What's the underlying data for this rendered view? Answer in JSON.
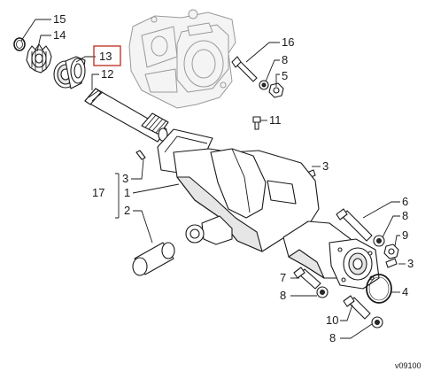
{
  "figure_ref": "v09100",
  "highlight_color": "#c0392b",
  "callouts": [
    {
      "id": "c15",
      "label": "15"
    },
    {
      "id": "c14",
      "label": "14"
    },
    {
      "id": "c13",
      "label": "13",
      "highlighted": true
    },
    {
      "id": "c12",
      "label": "12"
    },
    {
      "id": "c16",
      "label": "16"
    },
    {
      "id": "c8a",
      "label": "8"
    },
    {
      "id": "c5",
      "label": "5"
    },
    {
      "id": "c11",
      "label": "11"
    },
    {
      "id": "c3a",
      "label": "3"
    },
    {
      "id": "c3b",
      "label": "3"
    },
    {
      "id": "c17",
      "label": "17"
    },
    {
      "id": "c1",
      "label": "1"
    },
    {
      "id": "c2",
      "label": "2"
    },
    {
      "id": "c6",
      "label": "6"
    },
    {
      "id": "c8b",
      "label": "8"
    },
    {
      "id": "c9",
      "label": "9"
    },
    {
      "id": "c3c",
      "label": "3"
    },
    {
      "id": "c7",
      "label": "7"
    },
    {
      "id": "c4",
      "label": "4"
    },
    {
      "id": "c8c",
      "label": "8"
    },
    {
      "id": "c10",
      "label": "10"
    },
    {
      "id": "c8d",
      "label": "8"
    }
  ]
}
